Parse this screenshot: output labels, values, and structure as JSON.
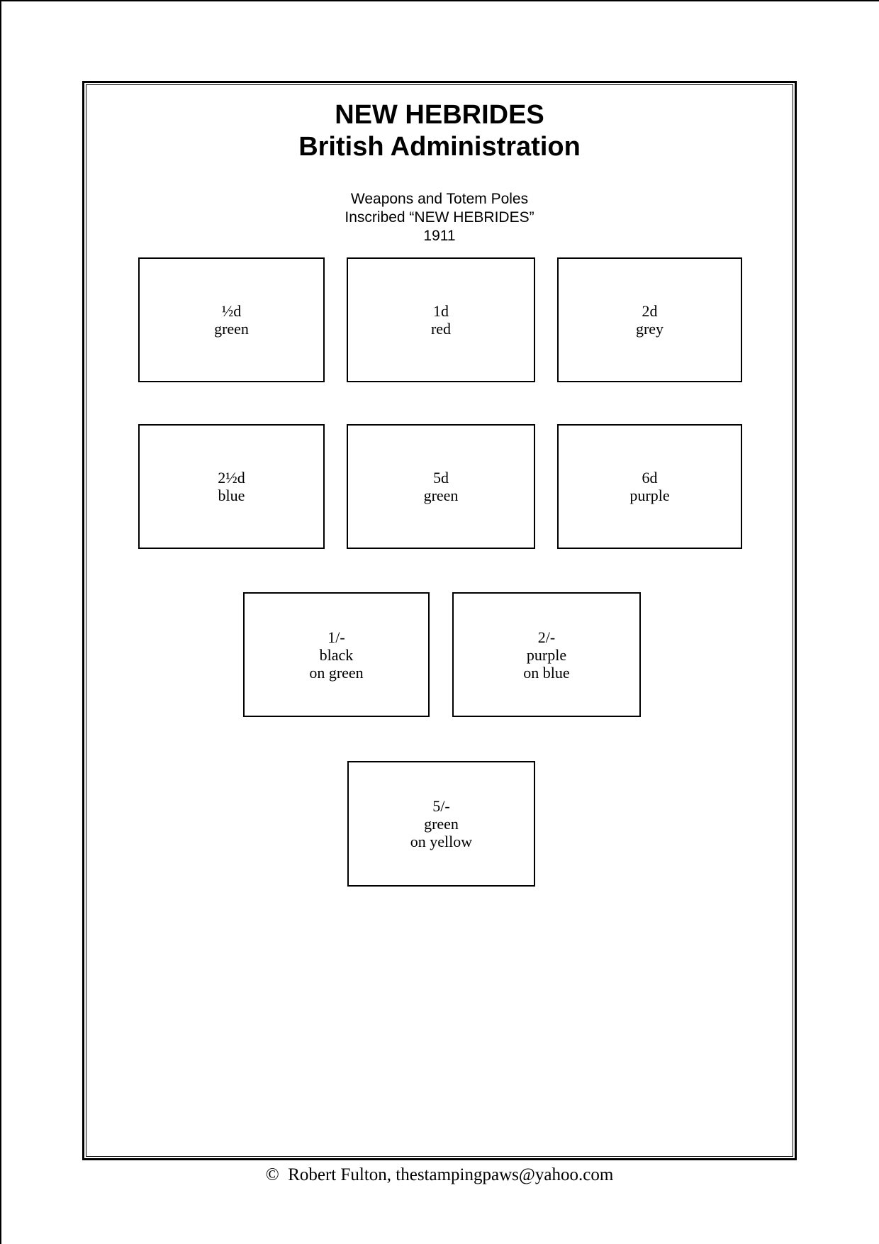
{
  "header": {
    "title_line1": "NEW HEBRIDES",
    "title_line2": "British Administration",
    "subtitle_line1": "Weapons and Totem Poles",
    "subtitle_line2": "Inscribed “NEW HEBRIDES”",
    "subtitle_line3": "1911"
  },
  "stamps": [
    {
      "denomination": "½d",
      "color_lines": [
        "green"
      ]
    },
    {
      "denomination": "1d",
      "color_lines": [
        "red"
      ]
    },
    {
      "denomination": "2d",
      "color_lines": [
        "grey"
      ]
    },
    {
      "denomination": "2½d",
      "color_lines": [
        "blue"
      ]
    },
    {
      "denomination": "5d",
      "color_lines": [
        "green"
      ]
    },
    {
      "denomination": "6d",
      "color_lines": [
        "purple"
      ]
    },
    {
      "denomination": "1/-",
      "color_lines": [
        "black",
        "on green"
      ]
    },
    {
      "denomination": "2/-",
      "color_lines": [
        "purple",
        "on blue"
      ]
    },
    {
      "denomination": "5/-",
      "color_lines": [
        "green",
        "on yellow"
      ]
    }
  ],
  "footer": {
    "text": "©  Robert Fulton, thestampingpaws@yahoo.com"
  },
  "colors": {
    "ink": "#000000",
    "paper": "#ffffff"
  }
}
